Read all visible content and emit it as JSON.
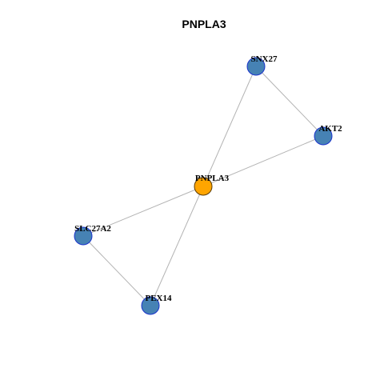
{
  "title": "PNPLA3",
  "colors": {
    "background": "#ffffff",
    "edge": "#b3b3b3",
    "node_default": "#4682b4",
    "node_stroke": "#1a33cc",
    "node_focus": "#ffa500",
    "node_focus_stroke": "#5a3a00",
    "label": "#000000"
  },
  "nodes": [
    {
      "id": "SNX27",
      "label": "SNX27",
      "focus": false
    },
    {
      "id": "AKT2",
      "label": "AKT2",
      "focus": false
    },
    {
      "id": "PNPLA3",
      "label": "PNPLA3",
      "focus": true
    },
    {
      "id": "SLC27A2",
      "label": "SLC27A2",
      "focus": false
    },
    {
      "id": "PEX14",
      "label": "PEX14",
      "focus": false
    }
  ],
  "edges": [
    {
      "source": "SNX27",
      "target": "AKT2"
    },
    {
      "source": "SNX27",
      "target": "PNPLA3"
    },
    {
      "source": "AKT2",
      "target": "PNPLA3"
    },
    {
      "source": "PNPLA3",
      "target": "SLC27A2"
    },
    {
      "source": "PNPLA3",
      "target": "PEX14"
    },
    {
      "source": "SLC27A2",
      "target": "PEX14"
    }
  ]
}
